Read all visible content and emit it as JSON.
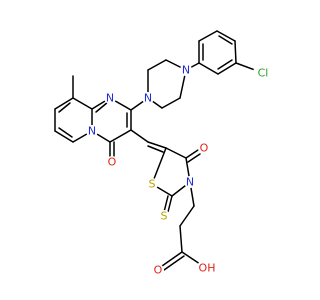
{
  "structure": {
    "colors": {
      "bond": "#000000",
      "N": "#1f2bd6",
      "O": "#e0241b",
      "S": "#b8a400",
      "Cl": "#2e9e2e",
      "H": "#000000"
    },
    "labels": {
      "cl": "Cl",
      "n_pip_top": "N",
      "n_pip_bottom": "N",
      "n_pyr_ring": "N",
      "n_bridge": "N",
      "n_rhod": "N",
      "o_ketone": "O",
      "o_rhod": "O",
      "s_ring": "S",
      "s_thione": "S",
      "o_acid": "O",
      "oh_acid": "OH"
    }
  }
}
